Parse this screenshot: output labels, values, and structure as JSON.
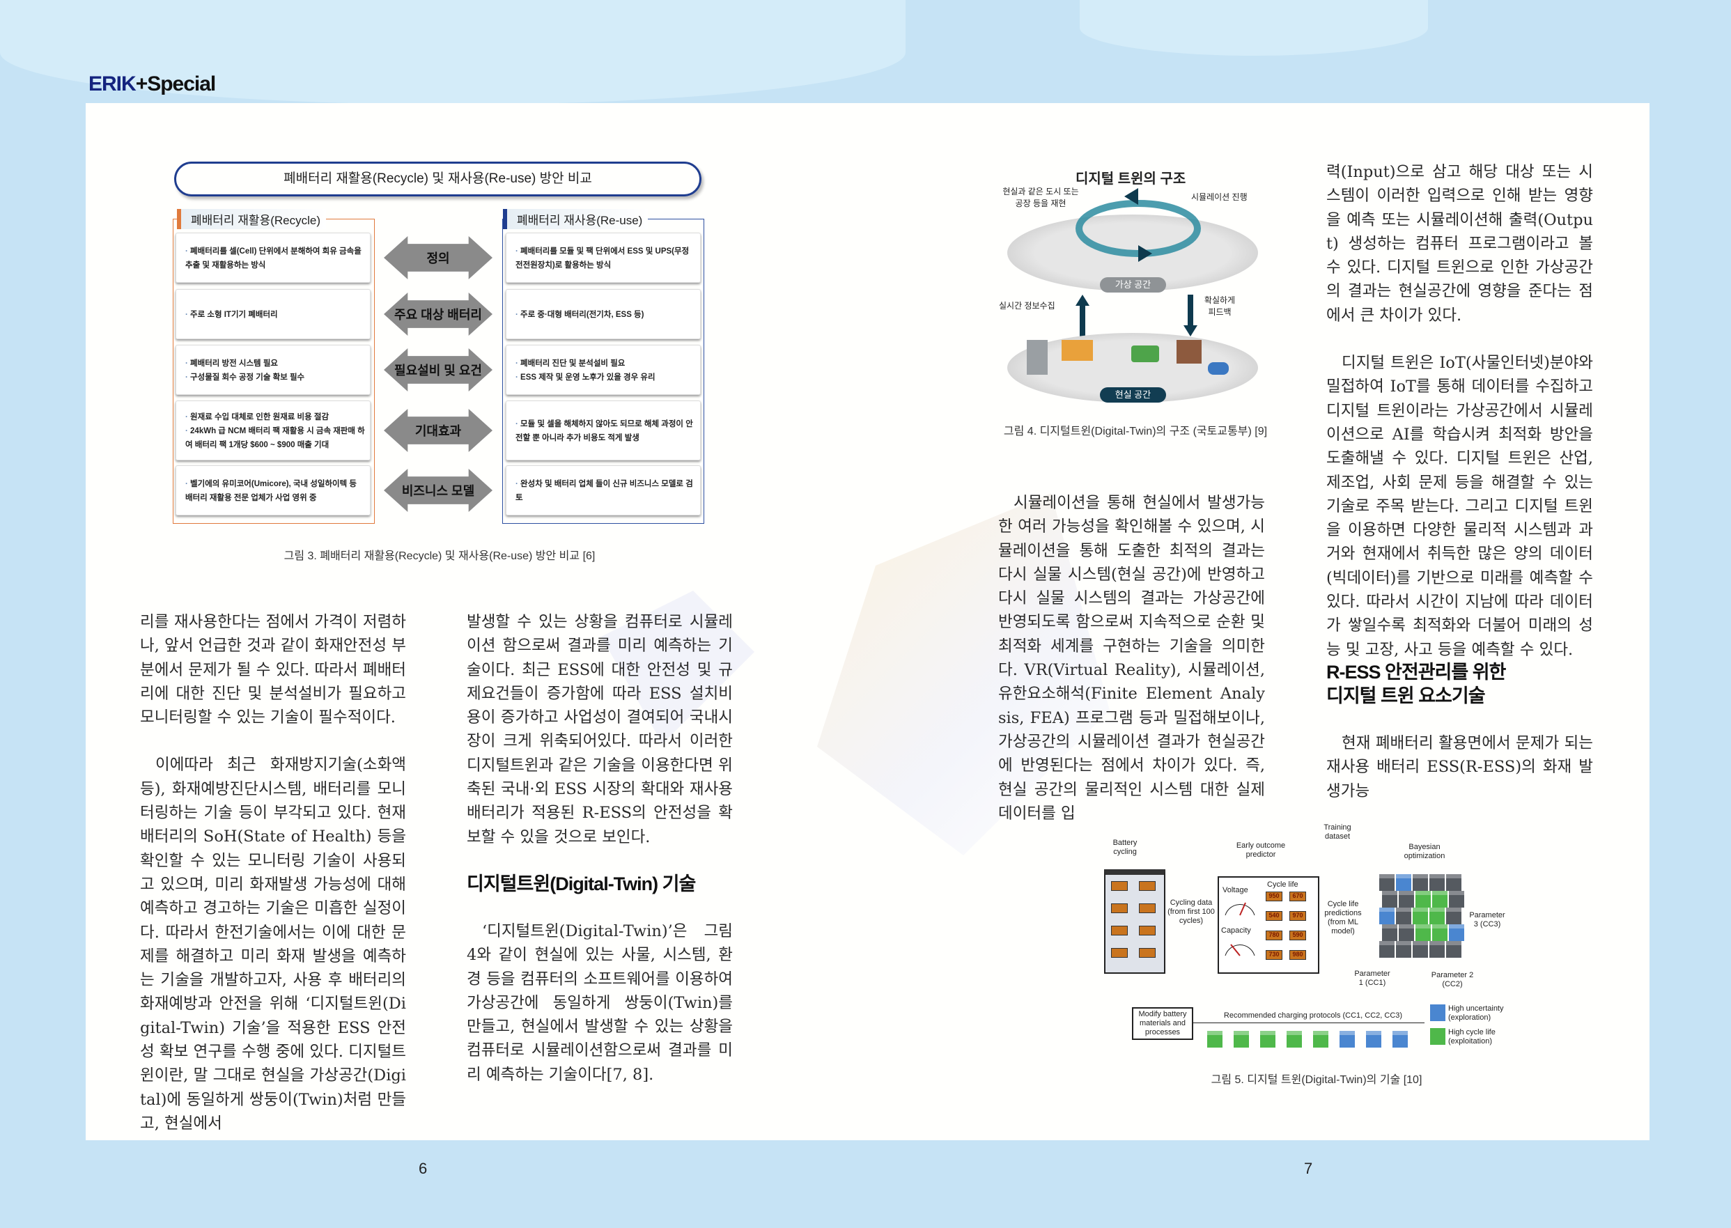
{
  "header": {
    "brand_erik": "ERIK",
    "brand_special": "+Special"
  },
  "page_numbers": {
    "left": "6",
    "right": "7"
  },
  "figure3": {
    "title": "폐배터리 재활용(Recycle) 및 재사용(Re-use) 방안 비교",
    "recycle_label": "폐배터리 재활용(Recycle)",
    "reuse_label": "폐배터리 재사용(Re-use)",
    "rows": [
      {
        "category": "정의",
        "recycle": [
          "폐배터리를 셀(Cell) 단위에서 분해하여 희유 금속을 추출 및 재활용하는 방식"
        ],
        "reuse": [
          "폐배터리를 모듈 및 팩 단위에서 ESS 및 UPS(무정전전원장치)로 활용하는 방식"
        ]
      },
      {
        "category": "주요 대상 배터리",
        "recycle": [
          "주로 소형 IT기기 폐배터리"
        ],
        "reuse": [
          "주로 중·대형 배터리(전기차, ESS 등)"
        ]
      },
      {
        "category": "필요설비 및 요건",
        "recycle": [
          "폐배터리 방전 시스템 필요",
          "구성물질 회수 공정 기술 확보 필수"
        ],
        "reuse": [
          "폐배터리 진단 및 분석설비 필요",
          "ESS 제작 및 운영 노후가 있을 경우 유리"
        ]
      },
      {
        "category": "기대효과",
        "recycle": [
          "원재료 수입 대체로 인한 원재료 비용 절감",
          "24kWh 급 NCM 배터리 팩 재활용 시 금속 재판매 하여 배터리 팩 1개당 $600 ~ $900 매출 기대"
        ],
        "reuse": [
          "모듈 및 셀을 해체하지 않아도 되므로 해체 과정이 안전할 뿐 아니라 추가 비용도 적게 발생"
        ]
      },
      {
        "category": "비즈니스 모델",
        "recycle": [
          "벨기에의 유미코어(Umicore), 국내 성일하이텍 등 배터리 재활용 전문 업체가 사업 영위 중"
        ],
        "reuse": [
          "완성차 및 배터리 업체 들이 신규 비즈니스 모델로 검토"
        ]
      }
    ],
    "caption": "그림 3. 폐배터리 재활용(Recycle) 및 재사용(Re-use) 방안 비교 [6]"
  },
  "col1": {
    "paragraphs": [
      "리를 재사용한다는 점에서 가격이 저렴하나, 앞서 언급한 것과 같이 화재안전성 부분에서 문제가 될 수 있다. 따라서 폐배터리에 대한 진단 및 분석설비가 필요하고 모니터링할 수 있는 기술이 필수적이다.",
      "이에따라 최근 화재방지기술(소화액 등), 화재예방진단시스템, 배터리를 모니터링하는 기술 등이 부각되고 있다. 현재 배터리의 SoH(State of Health) 등을 확인할 수 있는 모니터링 기술이 사용되고 있으며, 미리 화재발생 가능성에 대해 예측하고 경고하는 기술은 미흡한 실정이다. 따라서 한전기술에서는 이에 대한 문제를 해결하고 미리 화재 발생을 예측하는 기술을 개발하고자, 사용 후 배터리의 화재예방과 안전을 위해 ‘디지털트윈(Digital-Twin) 기술’을 적용한 ESS 안전성 확보 연구를 수행 중에 있다. 디지털트윈이란, 말 그대로 현실을 가상공간(Digital)에 동일하게 쌍둥이(Twin)처럼 만들고, 현실에서"
    ]
  },
  "col2": {
    "paragraphs": [
      "발생할 수 있는 상황을 컴퓨터로 시뮬레이션 함으로써 결과를 미리 예측하는 기술이다. 최근 ESS에 대한 안전성 및 규제요건들이 증가함에 따라 ESS 설치비용이 증가하고 사업성이 결여되어 국내시장이 크게 위축되어있다. 따라서 이러한 디지털트윈과 같은 기술을 이용한다면 위축된 국내·외 ESS 시장의 확대와 재사용 배터리가 적용된 R-ESS의 안전성을 확보할 수 있을 것으로 보인다.",
      "‘디지털트윈(Digital-Twin)’은 그림 4와 같이 현실에 있는 사물, 시스템, 환경 등을 컴퓨터의 소프트웨어를 이용하여 가상공간에 동일하게 쌍둥이(Twin)를 만들고, 현실에서 발생할 수 있는 상황을 컴퓨터로 시뮬레이션함으로써 결과를 미리 예측하는 기술이다[7, 8]."
    ],
    "heading": "디지털트윈(Digital-Twin) 기술"
  },
  "figure4": {
    "title": "디지털 트윈의 구조",
    "label_recreate": "현실과 같은 도시 또는 공장 등을 재현",
    "label_simulation": "시뮬레이션 진행",
    "label_virtual": "가상 공간",
    "label_collect": "실시간 정보수집",
    "label_feedback": "확실하게 피드백",
    "label_real": "현실 공간",
    "caption": "그림 4. 디지털트윈(Digital-Twin)의 구조 (국토교통부) [9]"
  },
  "col3": {
    "paragraphs": [
      "시뮬레이션을 통해 현실에서 발생가능한 여러 가능성을 확인해볼 수 있으며, 시뮬레이션을 통해 도출한 최적의 결과는 다시 실물 시스템(현실 공간)에 반영하고 다시 실물 시스템의 결과는 가상공간에 반영되도록 함으로써 지속적으로 순환 및 최적화 세계를 구현하는 기술을 의미한다. VR(Virtual Reality), 시뮬레이션, 유한요소해석(Finite Element Analysis, FEA) 프로그램 등과 밀접해보이나, 가상공간의 시뮬레이션 결과가 현실공간에 반영된다는 점에서 차이가 있다. 즉, 현실 공간의 물리적인 시스템 대한 실제 데이터를 입"
    ]
  },
  "col4": {
    "paragraphs": [
      "력(Input)으로 삼고 해당 대상 또는 시스템이 이러한 입력으로 인해 받는 영향을 예측 또는 시뮬레이션해 출력(Output) 생성하는 컴퓨터 프로그램이라고 볼 수 있다. 디지털 트윈으로 인한 가상공간의 결과는 현실공간에 영향을 준다는 점에서 큰 차이가 있다.",
      "디지털 트윈은 IoT(사물인터넷)분야와 밀접하여 IoT를 통해 데이터를 수집하고 디지털 트윈이라는 가상공간에서 시뮬레이션으로 AI를 학습시켜 최적화 방안을 도출해낼 수 있다. 디지털 트윈은 산업, 제조업, 사회 문제 등을 해결할 수 있는 기술로 주목 받는다. 그리고 디지털 트윈을 이용하면 다양한 물리적 시스템과 과거와 현재에서 취득한 많은 양의 데이터(빅데이터)를 기반으로 미래를 예측할 수 있다. 따라서 시간이 지남에 따라 데이터가 쌓일수록 최적화와 더불어 미래의 성능 및 고장, 사고 등을 예측할 수 있다.",
      "현재 폐배터리 활용면에서 문제가 되는 재사용 배터리 ESS(R-ESS)의 화재 발생가능"
    ],
    "heading_line1": "R-ESS 안전관리를 위한",
    "heading_line2": "디지털 트윈 요소기술"
  },
  "figure5": {
    "battery_cycling": "Battery cycling",
    "early_predictor": "Early outcome predictor",
    "training_dataset": "Training dataset",
    "bayesian": "Bayesian optimization",
    "cycling_data": "Cycling data (from first 100 cycles)",
    "voltage": "Voltage",
    "capacity": "Capacity",
    "cycle_life": "Cycle life",
    "cycle_values": [
      "950",
      "670",
      "540",
      "970",
      "780",
      "590",
      "730",
      "980"
    ],
    "predictions": "Cycle life predictions (from ML model)",
    "param1": "Parameter 1 (CC1)",
    "param2": "Parameter 2 (CC2)",
    "param3": "Parameter 3 (CC3)",
    "modify": "Modify battery materials and processes",
    "recommended": "Recommended charging protocols (CC1, CC2, CC3)",
    "legend_uncertainty": "High uncertainty (exploration)",
    "legend_cycle": "High cycle life (exploitation)",
    "colors": {
      "green": "#4fb84a",
      "blue": "#4a86d0",
      "battery": "#c9741e"
    },
    "caption": "그림 5. 디지털 트윈(Digital-Twin)의 기술 [10]"
  }
}
